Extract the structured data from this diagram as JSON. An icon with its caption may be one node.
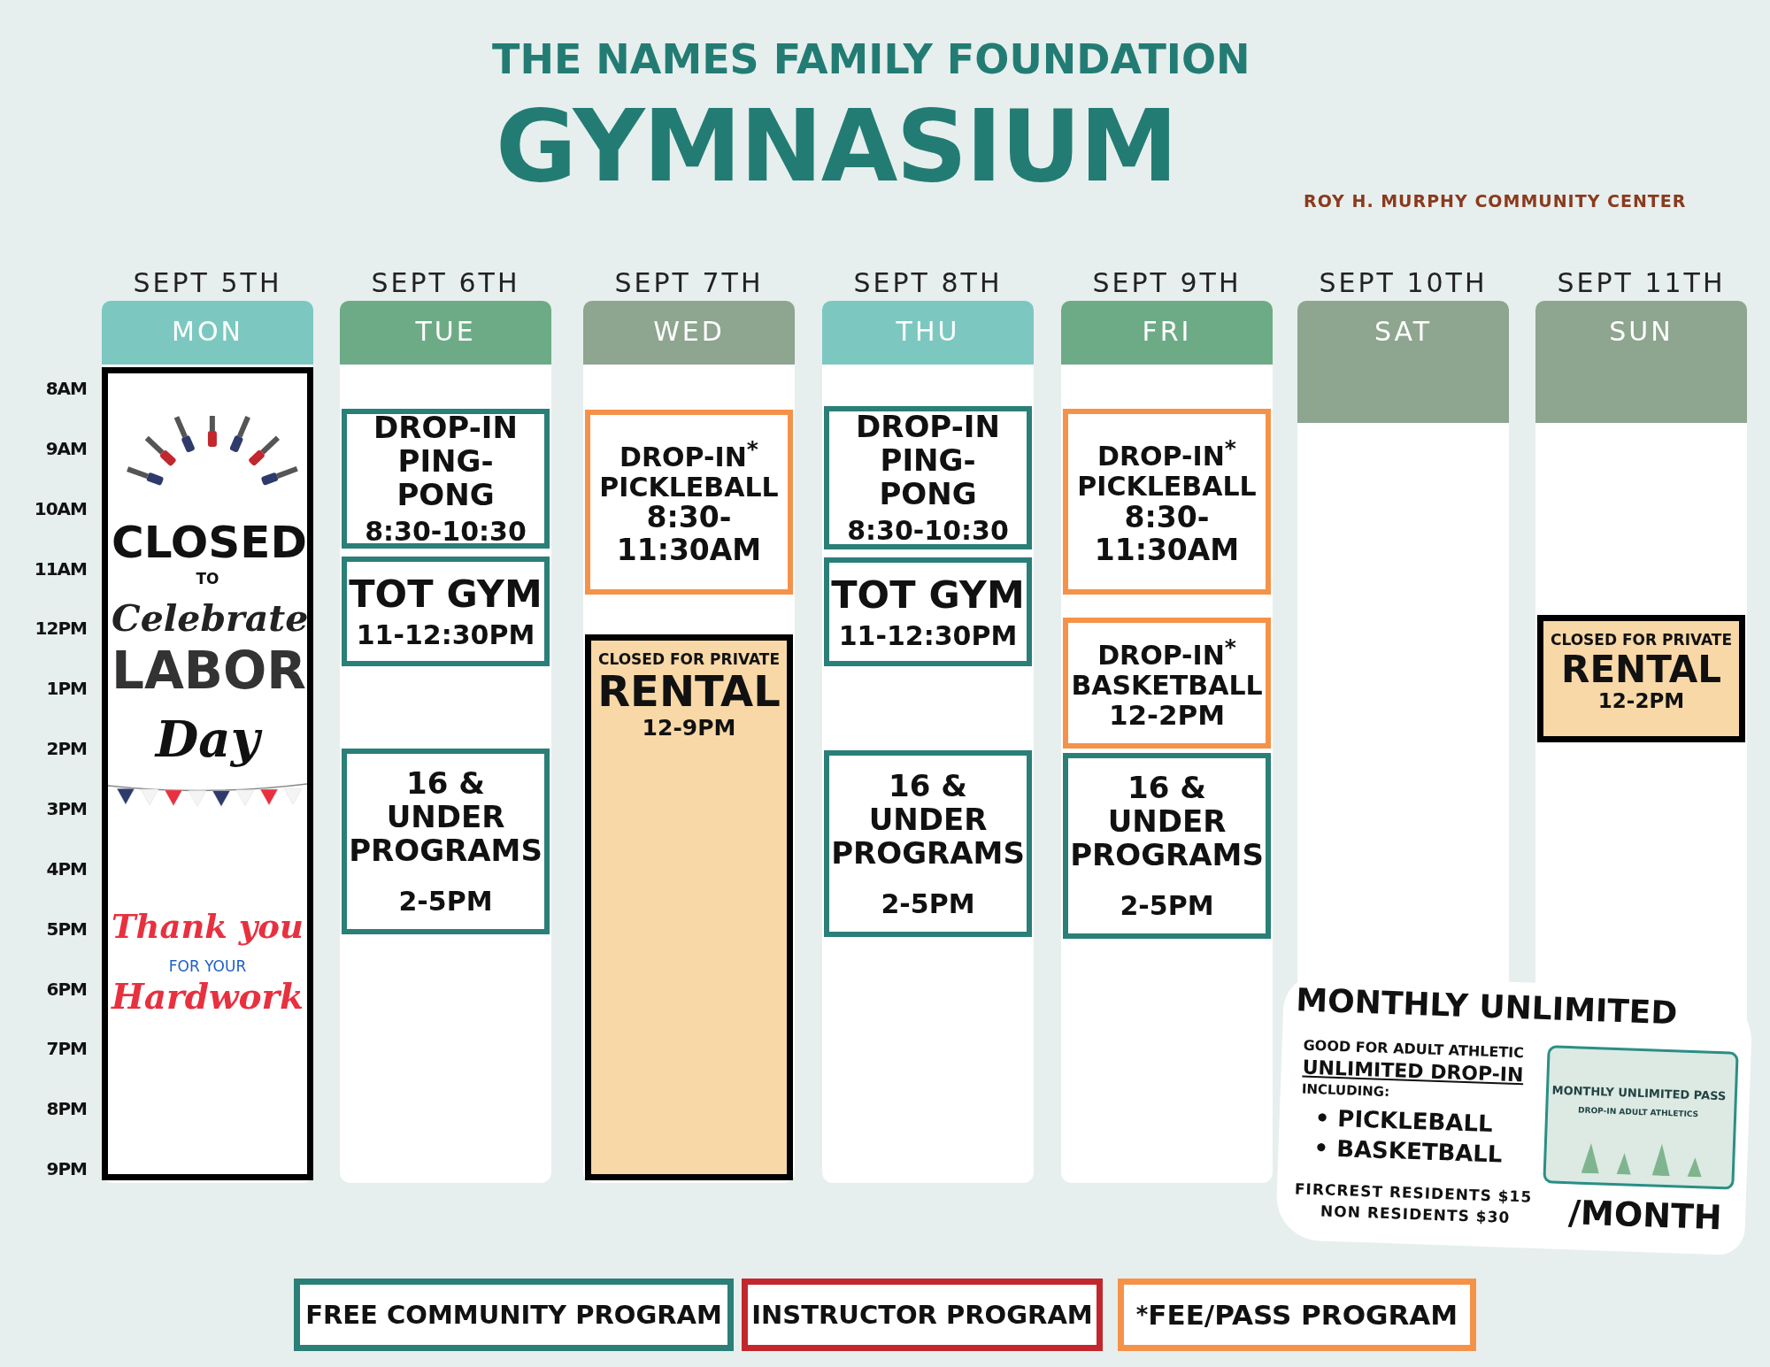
{
  "diagram": {
    "title": "GYMNASIUM",
    "nodes": [
      {
        "text": [
          "SEPT 5TH",
          "MON"
        ]
      },
      {
        "text": [
          "CLOSED",
          "TO",
          "Celebrate",
          "LABOR",
          "Day",
          "Thank you",
          "FOR YOUR",
          "Hardwork"
        ],
        "in": 0
      },
      {
        "text": [
          "SEPT 6TH",
          "TUE"
        ]
      },
      {
        "text": [
          "DROP-IN PING-PONG",
          "8:30-10:30"
        ],
        "in": 2
      },
      {
        "text": [
          "TOT GYM",
          "11-12:30PM"
        ],
        "in": 2
      },
      {
        "text": [
          "16 & UNDER PROGRAMS",
          "2-5PM"
        ],
        "in": 2
      },
      {
        "text": [
          "SEPT 7TH",
          "WED"
        ]
      },
      {
        "text": [
          "DROP-IN$^{*}$ PICKLEBALL",
          "8:30-11:30AM"
        ],
        "in": 6
      },
      {
        "text": [
          "CLOSED FOR PRIVATE",
          "RENTAL",
          "12-9PM"
        ],
        "in": 6
      },
      {
        "text": [
          "SEPT 8TH",
          "THU"
        ]
      },
      {
        "text": [
          "DROP-IN PING-PONG",
          "8:30-10:30"
        ],
        "in": 9
      },
      {
        "text": [
          "TOT GYM",
          "11-12:30PM"
        ],
        "in": 9
      },
      {
        "text": [
          "16 & UNDER PROGRAMS",
          "2-5PM"
        ],
        "in": 9
      },
      {
        "text": [
          "SEPT 9TH",
          "FRI"
        ]
      },
      {
        "text": [
          "DROP-IN$^{*}$ PICKLEBALL",
          "8:30-11:30AM"
        ],
        "in": 13
      },
      {
        "text": [
          "DROP-IN$^{*}$ BASKETBALL",
          "12-2PM"
        ],
        "in": 13
      },
      {
        "text": [
          "16 & UNDER PROGRAMS",
          "2-5PM"
        ],
        "in": 13
      },
      {
        "text": [
          "SEPT 10TH",
          "SAT"
        ]
      },
      {
        "text": [
          "SEPT 11TH",
          "SUN"
        ]
      },
      {
        "text": [
          "CLOSED FOR PRIVATE",
          "RENTAL",
          "12-2PM"
        ],
        "in": 18
      }
    ],
    "labels": [
      "THE NAMES FAMILY FOUNDATION",
      "ROY H. MURPHY COMMUNITY CENTER",
      "8AM",
      "9AM",
      "10AM",
      "11AM",
      "12PM",
      "1PM",
      "2PM",
      "3PM",
      "4PM",
      "5PM",
      "6PM",
      "7PM",
      "8PM",
      "9PM",
      "MONTHLY UNLIMITED",
      "GOOD FOR ADULT ATHLETIC",
      "UNLIMITED DROP-IN",
      "INCLUDING:",
      "• PICKLEBALL",
      "• BASKETBALL",
      "MONTHLY UNLIMITED PASS",
      "DROP-IN ADULT ATHLETICS",
      "FIRCREST RESIDENTS $15",
      "NON RESIDENTS $30",
      "/MONTH"
    ],
    "legend": [
      {
        "text": "FREE COMMUNITY PROGRAM",
        "color": "#2a7f78"
      },
      {
        "text": "INSTRUCTOR PROGRAM",
        "color": "#c1272d"
      },
      {
        "text": "$^{*}$FEE/PASS PROGRAM",
        "color": "#f5924a"
      }
    ]
  }
}
